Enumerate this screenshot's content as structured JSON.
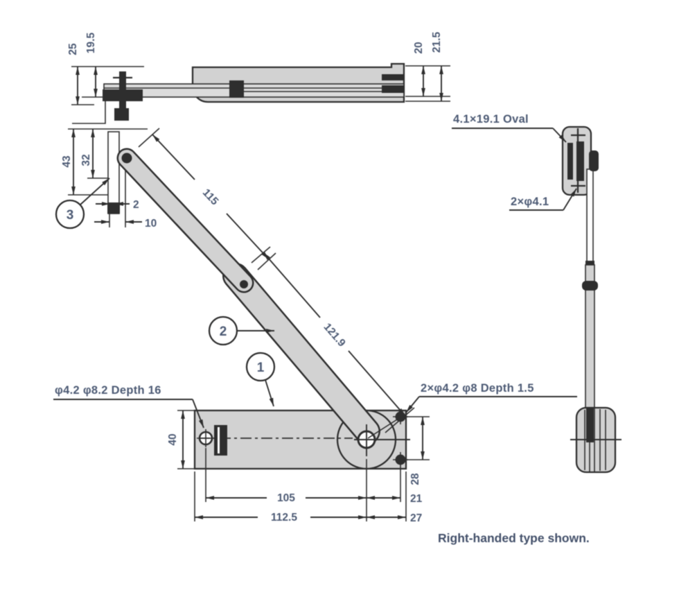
{
  "note": "Right-handed type shown.",
  "colors": {
    "line": "#2e2e2e",
    "fill_gray": "#d2d2d2",
    "fill_light": "#dcdcdc",
    "dim_text": "#4c5a74",
    "note_text": "#43506a"
  },
  "callouts": {
    "base_plate": "1",
    "arm": "2",
    "bracket": "3"
  },
  "top_view": {
    "dim_bracket_height": "25",
    "dim_arm_height": "19.5",
    "dim_right_arm_height": "20",
    "dim_right_total_height": "21.5"
  },
  "front_view": {
    "dim_bracket_total": "43",
    "dim_bracket_upper": "32",
    "dim_offset": "2",
    "dim_pivot_offset": "10",
    "dim_arm_upper": "115",
    "dim_arm_lower": "121.9",
    "dim_plate_width": "40",
    "dim_hole_to_pivot": "105",
    "dim_edge_to_pivot": "112.5",
    "dim_hole_spacing": "28",
    "dim_pivot_to_holes": "21",
    "dim_pivot_to_edge": "27",
    "label_left_hole": "φ4.2 φ8.2 Depth 16",
    "label_right_holes": "2×φ4.2 φ8 Depth 1.5"
  },
  "side_view": {
    "label_oval_hole": "4.1×19.1 Oval",
    "label_holes": "2×φ4.1"
  }
}
